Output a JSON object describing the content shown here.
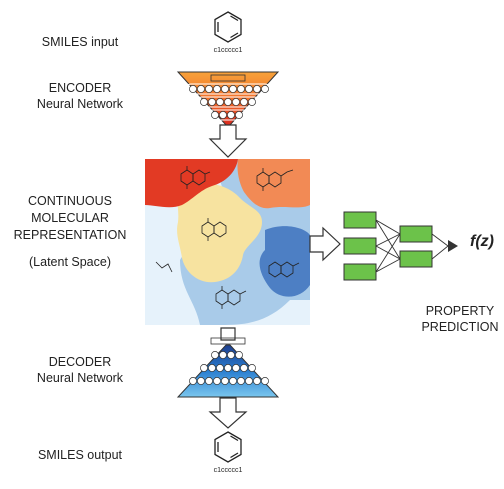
{
  "labels": {
    "smiles_input": "SMILES input",
    "encoder_title": "ENCODER",
    "encoder_sub": "Neural Network",
    "latent_line1": "CONTINUOUS",
    "latent_line2": "MOLECULAR",
    "latent_line3": "REPRESENTATION",
    "latent_line4": "(Latent Space)",
    "decoder_title": "DECODER",
    "decoder_sub": "Neural Network",
    "smiles_output": "SMILES output",
    "property_line1": "PROPERTY",
    "property_line2": "PREDICTION",
    "fz": "f(z)"
  },
  "molecule_input": {
    "smiles": "c1ccccc1"
  },
  "molecule_output": {
    "smiles": "c1ccccc1"
  },
  "colors": {
    "encoder_gradient": [
      "#f7a23a",
      "#f26b2a",
      "#e03220"
    ],
    "decoder_gradient": [
      "#1e3f8f",
      "#2a7fd0",
      "#7ac6ee"
    ],
    "latent_regions": [
      "#e23a24",
      "#f28a55",
      "#f7e3a0",
      "#a9cbe9",
      "#4d7fc4",
      "#e6f2fb"
    ],
    "property_boxes": "#6cc24a"
  },
  "icons": {
    "benzene": "benzene-ring-icon",
    "arrow": "hollow-down-arrow-icon",
    "network": "neural-network-icon"
  }
}
